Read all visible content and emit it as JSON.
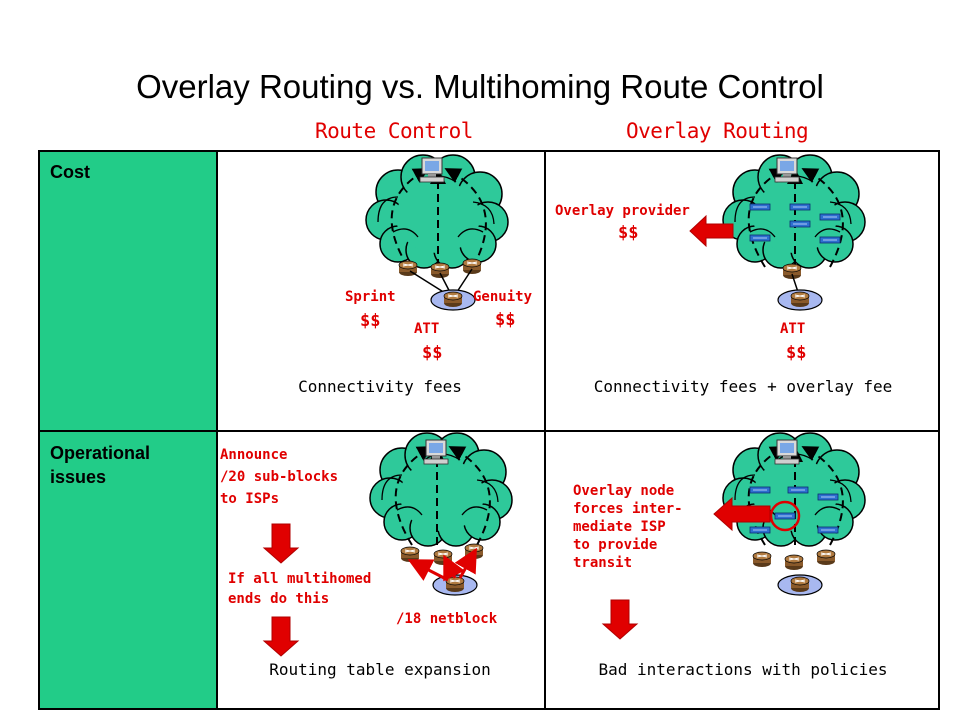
{
  "slide": {
    "title": "Overlay Routing vs. Multihoming Route Control"
  },
  "columns": {
    "route_control": "Route Control",
    "overlay_routing": "Overlay Routing"
  },
  "rows": {
    "cost": {
      "label": "Cost",
      "route_control": {
        "isp_left": "Sprint",
        "isp_left_cost": "$$",
        "isp_mid": "ATT",
        "isp_mid_cost": "$$",
        "isp_right": "Genuity",
        "isp_right_cost": "$$",
        "caption": "Connectivity fees"
      },
      "overlay_routing": {
        "provider_label": "Overlay provider",
        "provider_cost": "$$",
        "isp_mid": "ATT",
        "isp_mid_cost": "$$",
        "caption": "Connectivity fees + overlay fee"
      }
    },
    "operational": {
      "label_line1": "Operational",
      "label_line2": "issues",
      "route_control": {
        "announce_line1": "Announce",
        "announce_line2": "/20 sub-blocks",
        "announce_line3": "to ISPs",
        "multihomed_line1": "If all multihomed",
        "multihomed_line2": "ends do this",
        "netblock": "/18 netblock",
        "caption": "Routing table expansion"
      },
      "overlay_routing": {
        "note_line1": "Overlay node",
        "note_line2": "forces inter-",
        "note_line3": "mediate ISP",
        "note_line4": "to provide",
        "note_line5": "transit",
        "caption": "Bad interactions with policies"
      }
    }
  },
  "colors": {
    "accent_red": "#e00000",
    "label_column": "#22cc88",
    "tree_green": "#2ec99a",
    "router_brown": "#8a5a2b",
    "overlay_node_blue": "#2e6fd0",
    "host_blue": "#7aa7e6"
  }
}
